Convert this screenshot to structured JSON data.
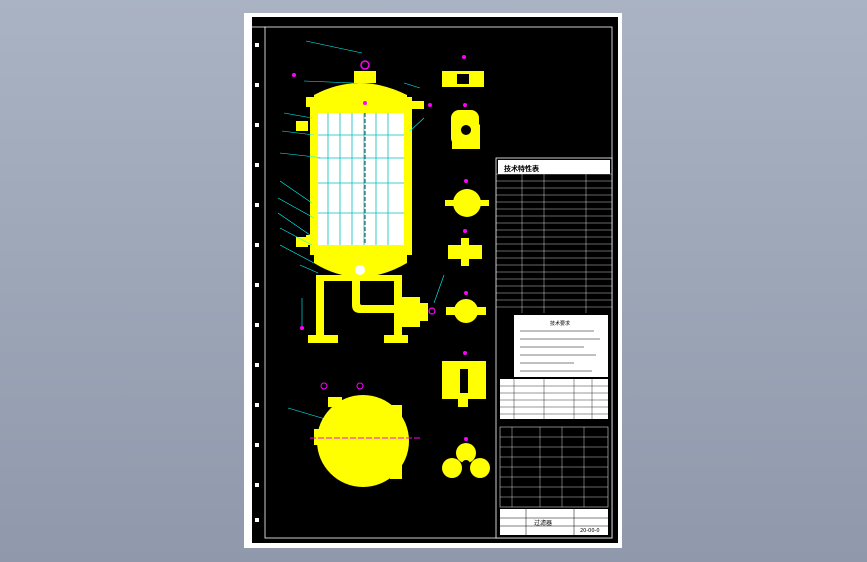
{
  "title_block": {
    "heading": "技术特性表",
    "notes_heading": "技术要求",
    "drawing_no": "20-00-0",
    "unit_label": "过滤器"
  },
  "colors": {
    "background": "#000000",
    "vessel": "#ffff00",
    "shell_fill": "#ffffff",
    "leaders": "#00ffff",
    "nozzles": "#ff00ff",
    "frame": "#ffffff"
  },
  "icons": {
    "vessel_section": "pressure-vessel-section-icon",
    "top_view": "flange-top-view-icon"
  }
}
